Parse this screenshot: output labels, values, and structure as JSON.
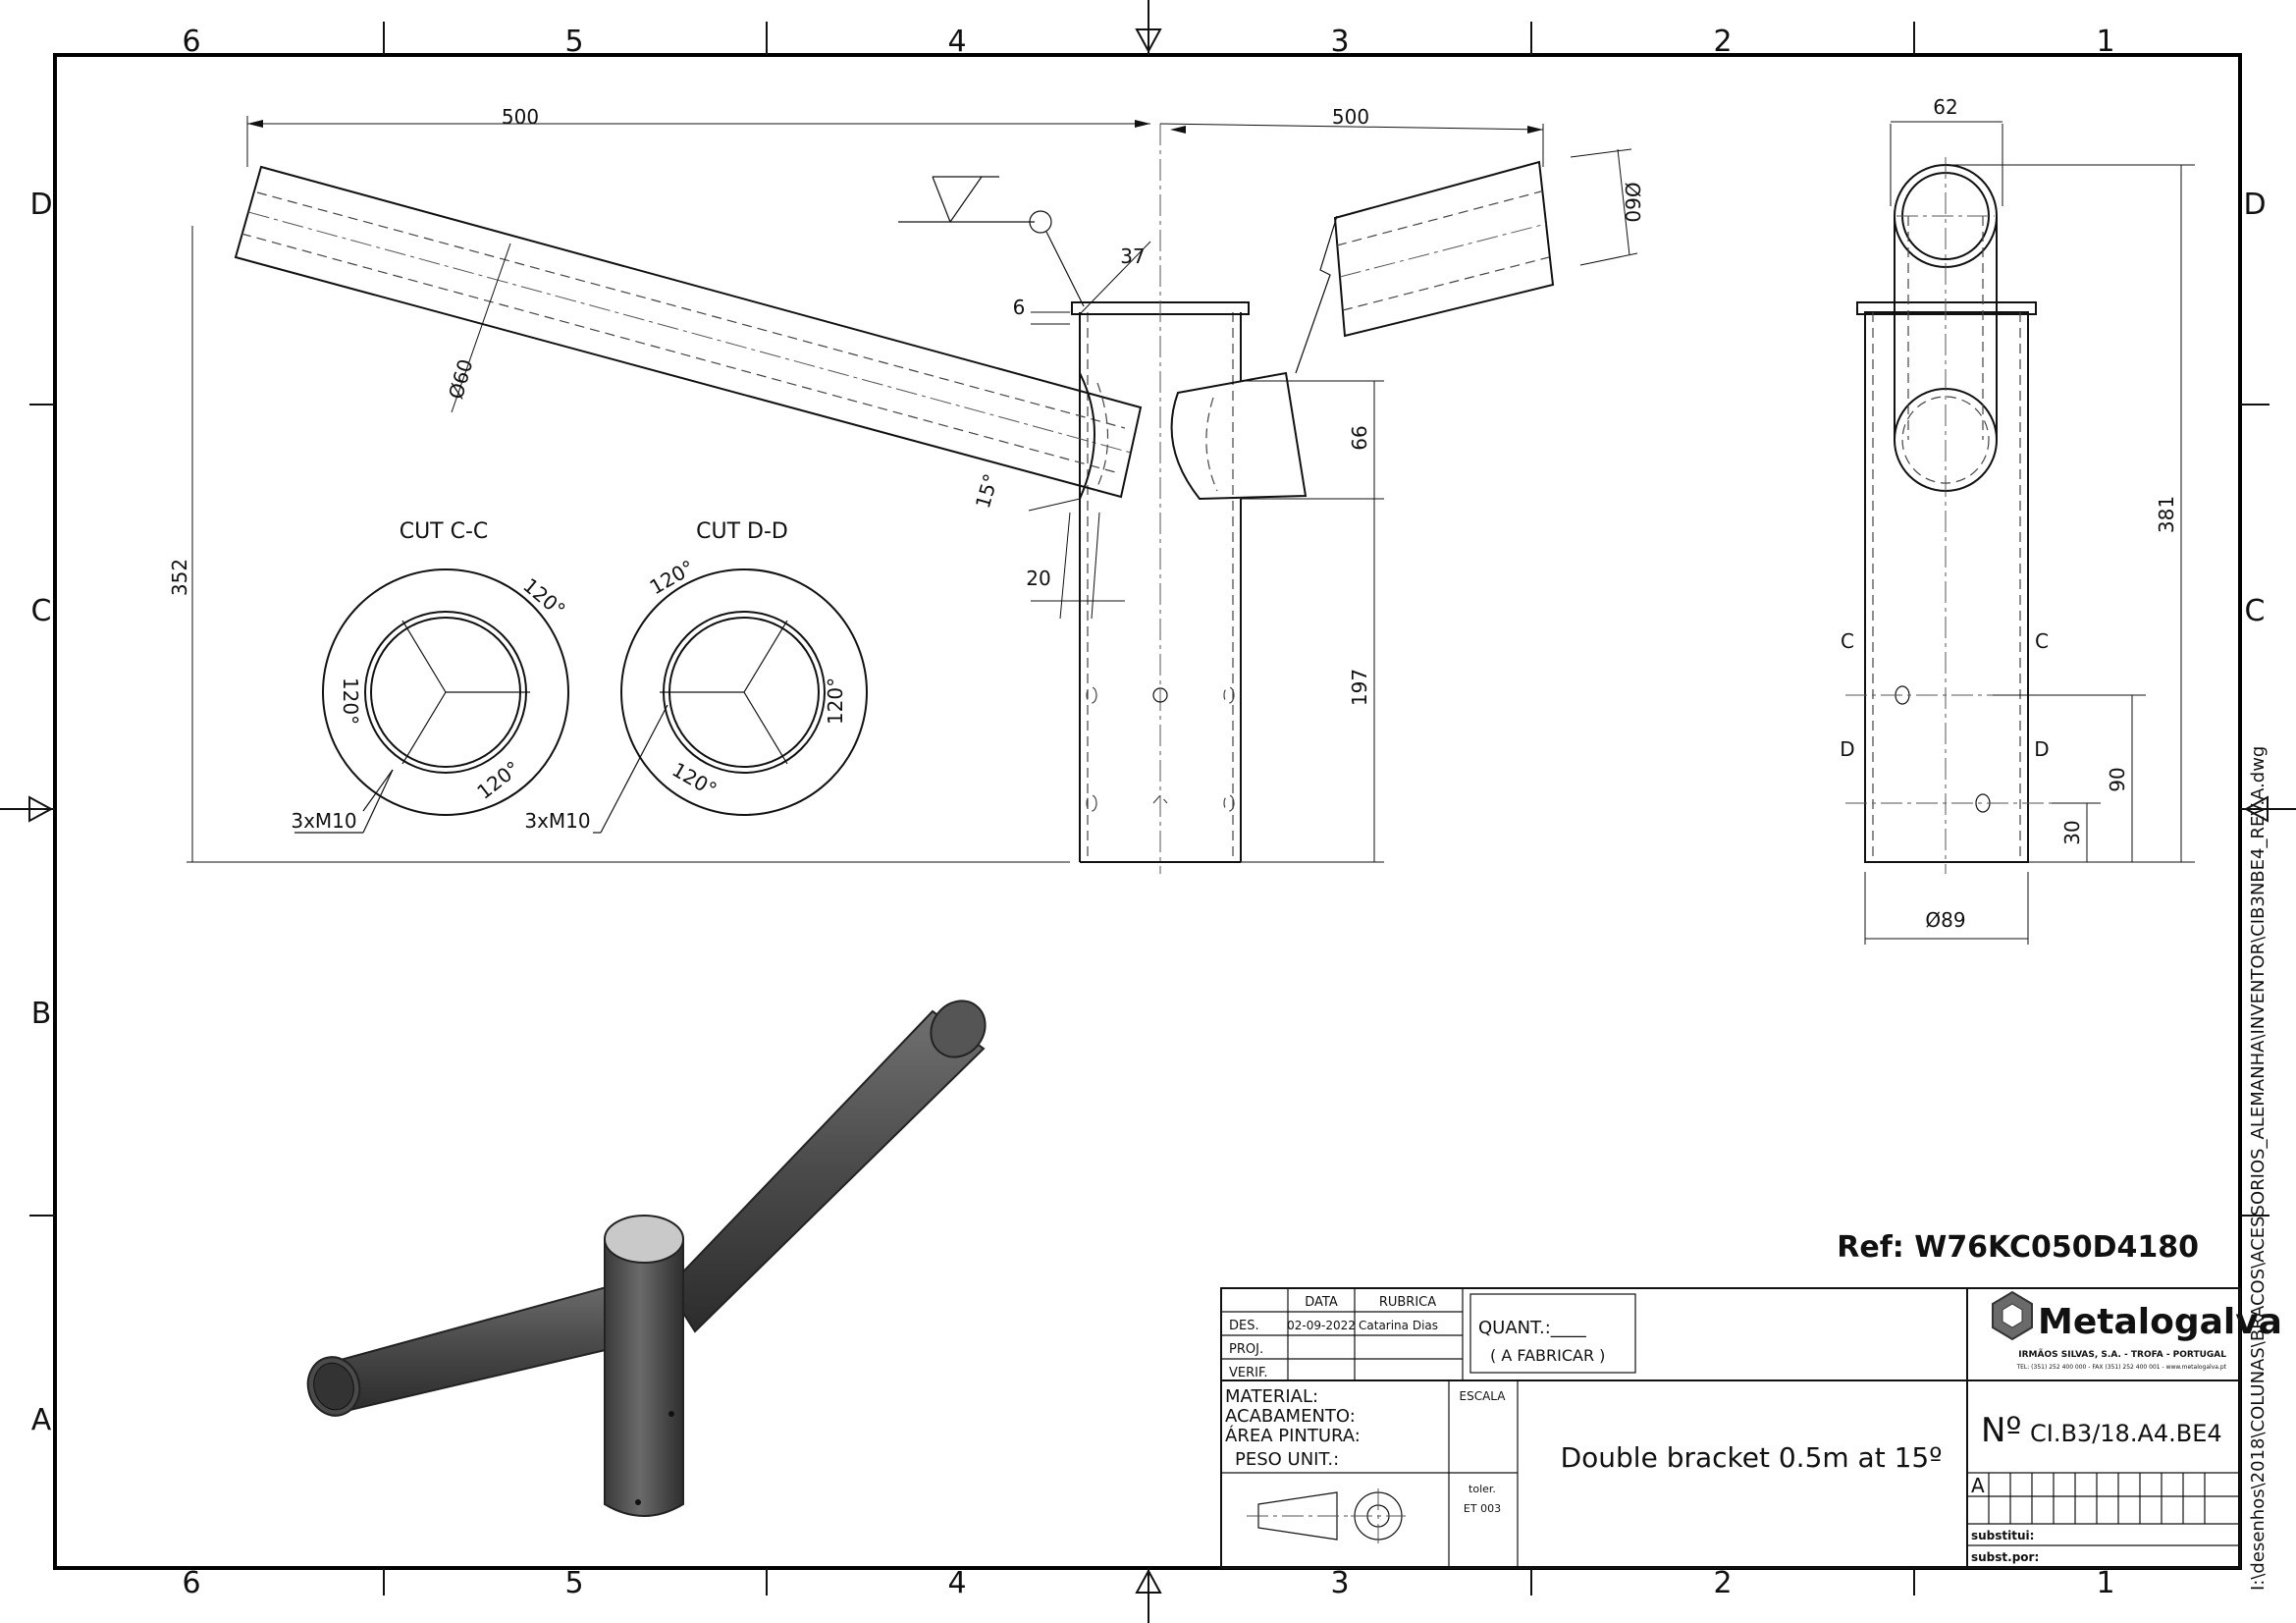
{
  "grid": {
    "columns": [
      "6",
      "5",
      "4",
      "3",
      "2",
      "1"
    ],
    "rows": [
      "D",
      "C",
      "B",
      "A"
    ]
  },
  "front_view": {
    "dim_left_width": "500",
    "dim_right_width": "500",
    "dim_height_total": "352",
    "dim_height_lower": "197",
    "dim_joint": "66",
    "dim_diameter_left": "Ø60",
    "dim_diameter_right": "Ø60",
    "dim_37": "37",
    "dim_6": "6",
    "dim_20": "20",
    "angle": "15°"
  },
  "cuts": [
    {
      "title": "CUT C-C",
      "angles": [
        "120°",
        "120°",
        "120°"
      ],
      "bolts": "3xM10"
    },
    {
      "title": "CUT D-D",
      "angles": [
        "120°",
        "120°",
        "120°"
      ],
      "bolts": "3xM10"
    }
  ],
  "side_view": {
    "dim_width": "62",
    "dim_height": "381",
    "dim_90": "90",
    "dim_30": "30",
    "dim_base": "Ø89",
    "marker_c": "C",
    "marker_d": "D"
  },
  "reference": "Ref: W76KC050D4180",
  "title_block": {
    "col_data": "DATA",
    "col_rubrica": "RUBRICA",
    "row_des": "DES.",
    "row_proj": "PROJ.",
    "row_verif": "VERIF.",
    "des_date": "02-09-2022",
    "des_name": "Catarina Dias",
    "quant": "QUANT.:____",
    "quant_note": "( A FABRICAR )",
    "brand": "Metalogalva",
    "brand_sub": "IRMÃOS SILVAS, S.A. - TROFA - PORTUGAL",
    "brand_contact": "TEL: (351) 252 400 000 - FAX (351) 252 400 001 - www.metalogalva.pt",
    "material": "MATERIAL:",
    "acabamento": "ACABAMENTO:",
    "area": "ÁREA PINTURA:",
    "peso": "PESO UNIT.:",
    "escala": "ESCALA",
    "toler": "toler.",
    "et": "ET 003",
    "description": "Double bracket 0.5m at 15º",
    "number_prefix": "Nº",
    "number": "CI.B3/18.A4.BE4",
    "revision": "A",
    "substitui": "substitui:",
    "subst_por": "subst.por:"
  },
  "file_path": "I:\\desenhos\\2018\\COLUNAS\\BRACOS\\ACESSORIOS_ALEMANHA\\INVENTOR\\CIB3NBE4_REV.A.dwg"
}
